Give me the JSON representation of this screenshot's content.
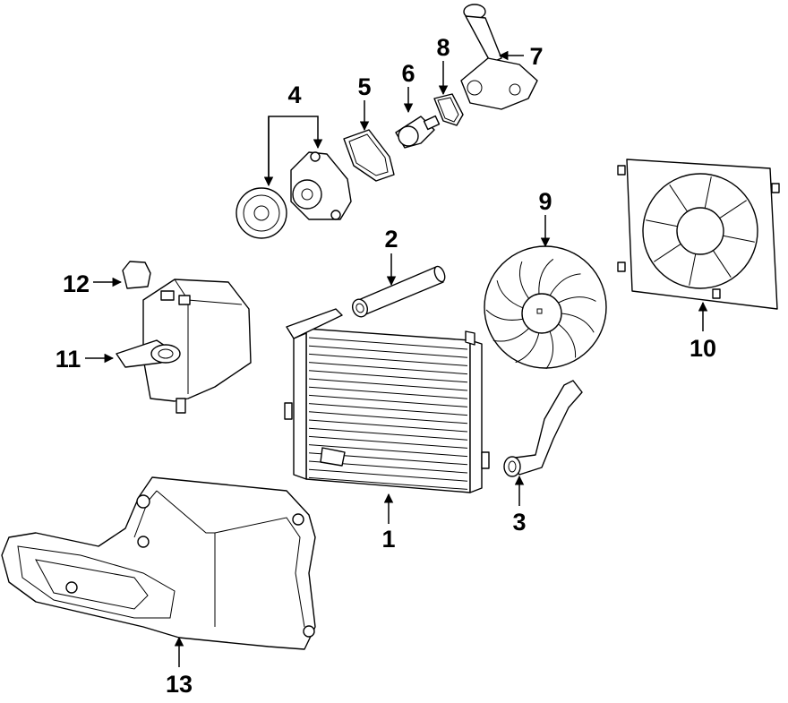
{
  "diagram": {
    "background": "#ffffff",
    "ink": "#000000",
    "callouts": [
      {
        "id": "c1",
        "label": "1"
      },
      {
        "id": "c2",
        "label": "2"
      },
      {
        "id": "c3",
        "label": "3"
      },
      {
        "id": "c4",
        "label": "4"
      },
      {
        "id": "c5",
        "label": "5"
      },
      {
        "id": "c6",
        "label": "6"
      },
      {
        "id": "c7",
        "label": "7"
      },
      {
        "id": "c8",
        "label": "8"
      },
      {
        "id": "c9",
        "label": "9"
      },
      {
        "id": "c10",
        "label": "10"
      },
      {
        "id": "c11",
        "label": "11"
      },
      {
        "id": "c12",
        "label": "12"
      },
      {
        "id": "c13",
        "label": "13"
      }
    ]
  }
}
